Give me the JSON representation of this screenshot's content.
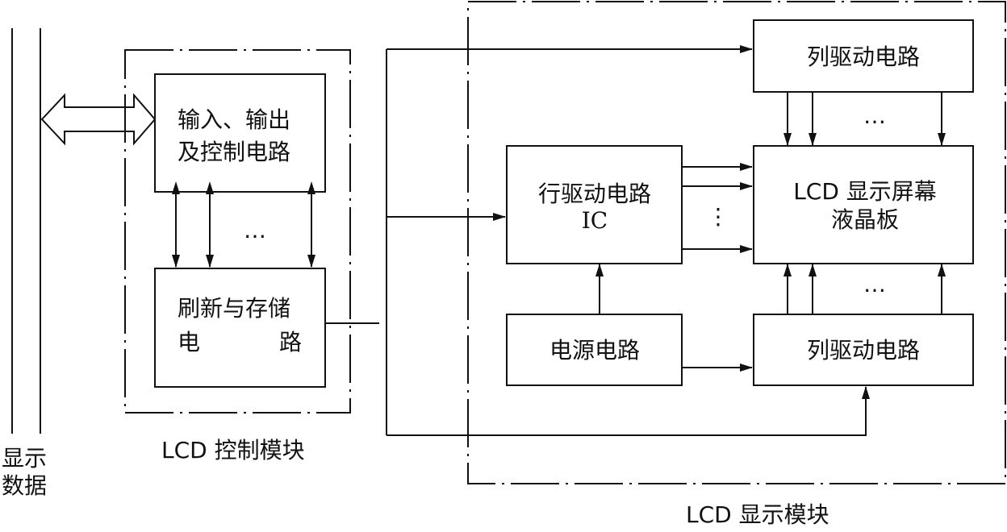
{
  "bus": {
    "label_line1": "显示",
    "label_line2": "数据"
  },
  "control_module": {
    "caption": "LCD 控制模块",
    "io_block": {
      "line1": "输入、输出",
      "line2": "及控制电路"
    },
    "refresh_block": {
      "line1": "刷新与存储",
      "line2_left": "电",
      "line2_right": "路"
    },
    "ellipsis": "…"
  },
  "display_module": {
    "caption": "LCD 显示模块",
    "column_driver_top": "列驱动电路",
    "column_driver_bottom": "列驱动电路",
    "row_driver": {
      "line1": "行驱动电路",
      "line2": "IC"
    },
    "panel": {
      "line1": "LCD 显示屏幕",
      "line2": "液晶板"
    },
    "power": "电源电路",
    "ellipsis_top": "…",
    "ellipsis_bottom": "…",
    "vertical_ellipsis": "⋮"
  }
}
